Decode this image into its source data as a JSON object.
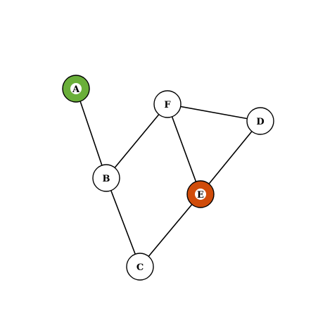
{
  "graph": {
    "nodes": [
      {
        "id": "A",
        "label": "A",
        "fill": "#6aaf3a",
        "highlight": true
      },
      {
        "id": "B",
        "label": "B",
        "fill": "#ffffff",
        "highlight": false
      },
      {
        "id": "C",
        "label": "C",
        "fill": "#ffffff",
        "highlight": false
      },
      {
        "id": "D",
        "label": "D",
        "fill": "#ffffff",
        "highlight": false
      },
      {
        "id": "E",
        "label": "E",
        "fill": "#d04c0a",
        "highlight": true
      },
      {
        "id": "F",
        "label": "F",
        "fill": "#ffffff",
        "highlight": false
      }
    ],
    "edges": [
      {
        "from": "A",
        "to": "B"
      },
      {
        "from": "B",
        "to": "F"
      },
      {
        "from": "B",
        "to": "C"
      },
      {
        "from": "F",
        "to": "D"
      },
      {
        "from": "F",
        "to": "E"
      },
      {
        "from": "D",
        "to": "E"
      },
      {
        "from": "E",
        "to": "C"
      }
    ]
  }
}
